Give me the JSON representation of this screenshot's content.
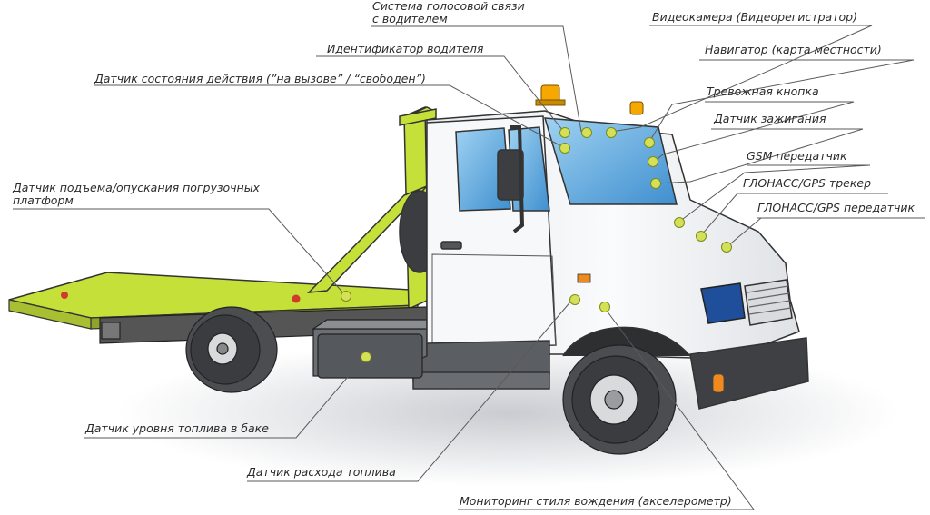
{
  "labels": {
    "voice": "Система голосовой связи\nс водителем",
    "camera": "Видеокамера (Видеорегистратор)",
    "driver_id": "Идентификатор водителя",
    "navigator": "Навигатор (карта местности)",
    "status": "Датчик состояния действия (”на вызове” / “свободен”)",
    "alarm": "Тревожная кнопка",
    "ignition": "Датчик зажигания",
    "lift": "Датчик подъема/опускания погрузочных\nплатформ",
    "gsm": "GSM передатчик",
    "glonass_tracker": "ГЛОНАСС/GPS трекер",
    "glonass_tx": "ГЛОНАСС/GPS передатчик",
    "fuel_level": "Датчик уровня топлива в баке",
    "fuel_flow": "Датчик расхода топлива",
    "driving": "Мониторинг стиля вождения (акселерометр)"
  },
  "colors": {
    "sensor": "#d4e157",
    "platform": "#c6e03a",
    "cab": "#f2f3f5",
    "glass": "#5aa8de",
    "beacon": "#f6a800",
    "leader": "#5a5a5a"
  }
}
